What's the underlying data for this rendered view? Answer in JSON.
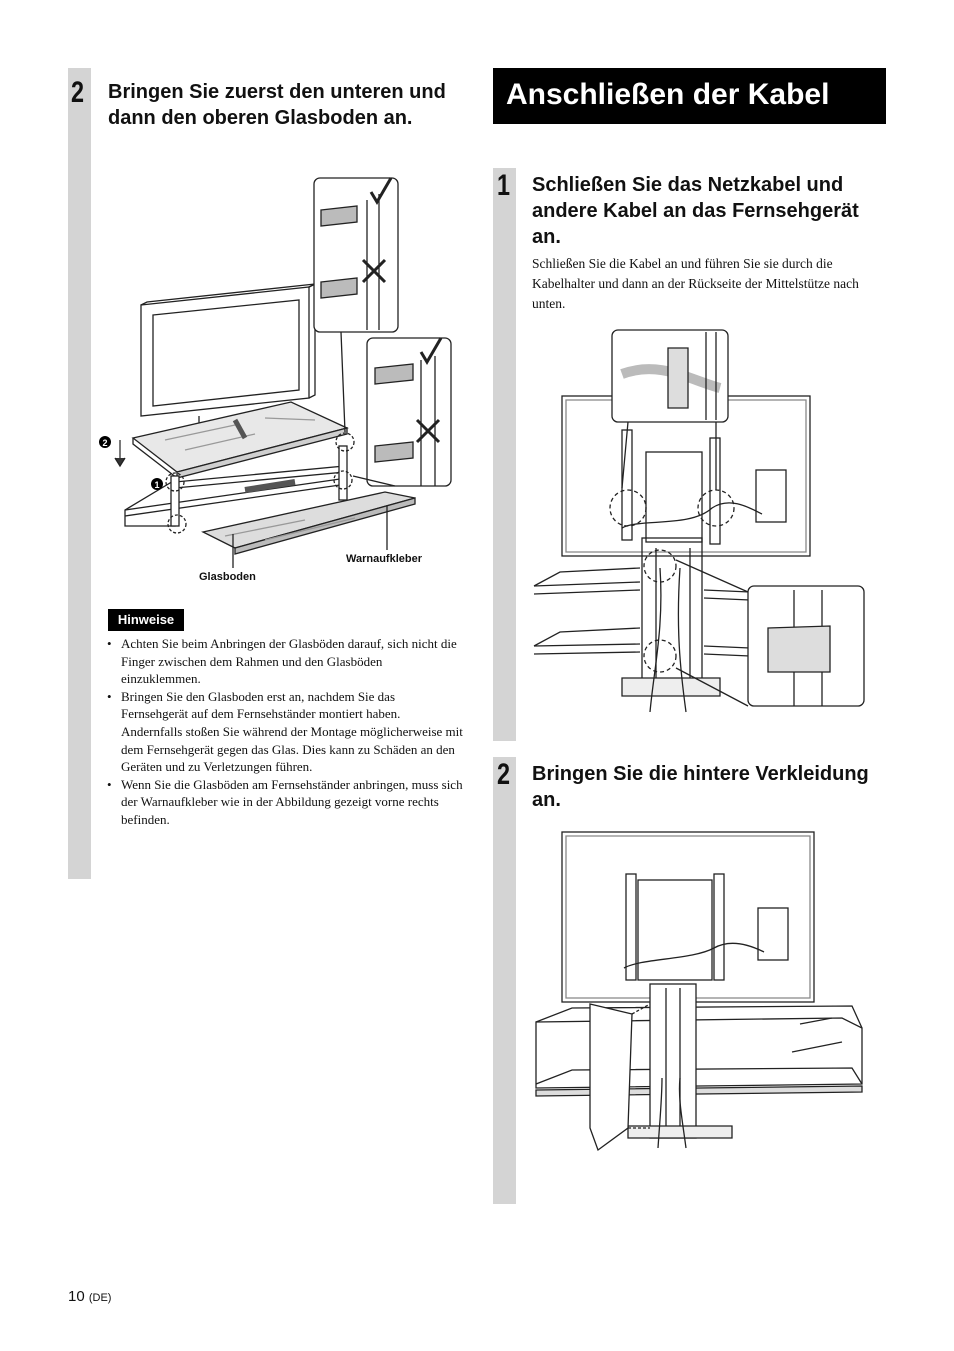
{
  "left_column": {
    "step_number": "2",
    "step_title": "Bringen Sie zuerst den unteren und dann den oberen Glasboden an.",
    "figure": {
      "callout_1": "1",
      "callout_2": "2",
      "label_glasboden": "Glasboden",
      "label_warnaufkleber": "Warnaufkleber"
    },
    "notes_title": "Hinweise",
    "notes": [
      "Achten Sie beim Anbringen der Glasböden darauf, sich nicht die Finger zwischen dem Rahmen und den Glasböden einzuklemmen.",
      "Bringen Sie den Glasboden erst an, nachdem Sie das Fernsehgerät auf dem Fernsehständer montiert haben. Andernfalls stoßen Sie während der Montage möglicherweise mit dem Fernsehgerät gegen das Glas. Dies kann zu Schäden an den Geräten und zu Verletzungen führen.",
      "Wenn Sie die Glasböden am Fernsehständer anbringen, muss sich der Warnaufkleber wie in der Abbildung gezeigt vorne rechts befinden."
    ]
  },
  "right_column": {
    "section_title": "Anschließen der Kabel",
    "step1": {
      "number": "1",
      "title": "Schließen Sie das Netzkabel und andere Kabel an das Fernsehgerät an.",
      "body": "Schließen Sie die Kabel an und führen Sie sie durch die Kabelhalter und dann an der Rückseite der Mittelstütze nach unten."
    },
    "step2": {
      "number": "2",
      "title": "Bringen Sie die hintere Verkleidung an."
    }
  },
  "footer": {
    "page_number": "10",
    "language": "(DE)"
  }
}
